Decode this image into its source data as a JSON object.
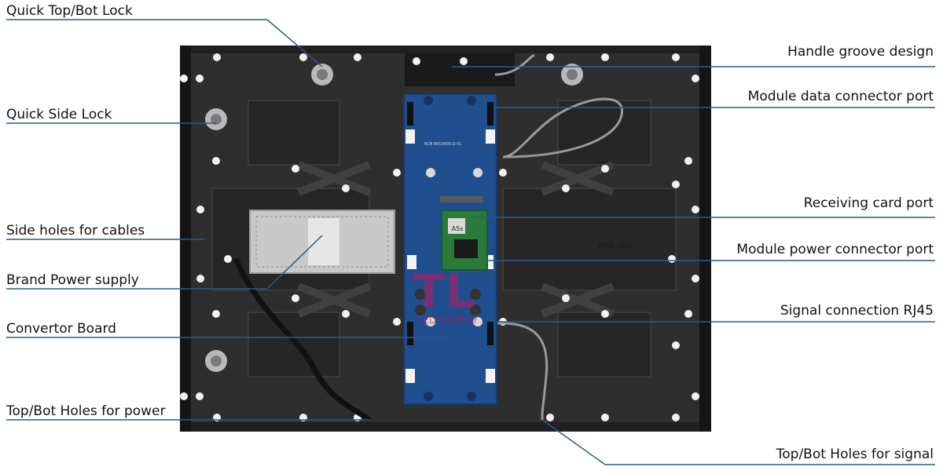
{
  "labels": {
    "left": [
      "Quick Top/Bot Lock",
      "Quick Side Lock",
      "Side holes for cables",
      "Brand Power supply",
      "Convertor Board",
      "Top/Bot Holes for power"
    ],
    "right": [
      "Handle groove design",
      "Module data connector port",
      "Receiving card port",
      "Module power connector port",
      "Signal connection RJ45",
      "Top/Bot Holes for signal"
    ]
  },
  "board": {
    "card_text": "A5s",
    "pcb_code": "RCB 8453400-D-Y1",
    "label_text": "E060-200",
    "watermark_logo": "TL",
    "watermark_text": "LED DISPLAY"
  },
  "colors": {
    "leader_line": "#2a5a8c",
    "cabinet": "#2b2b2b",
    "pcb": "#1f4f8f"
  }
}
